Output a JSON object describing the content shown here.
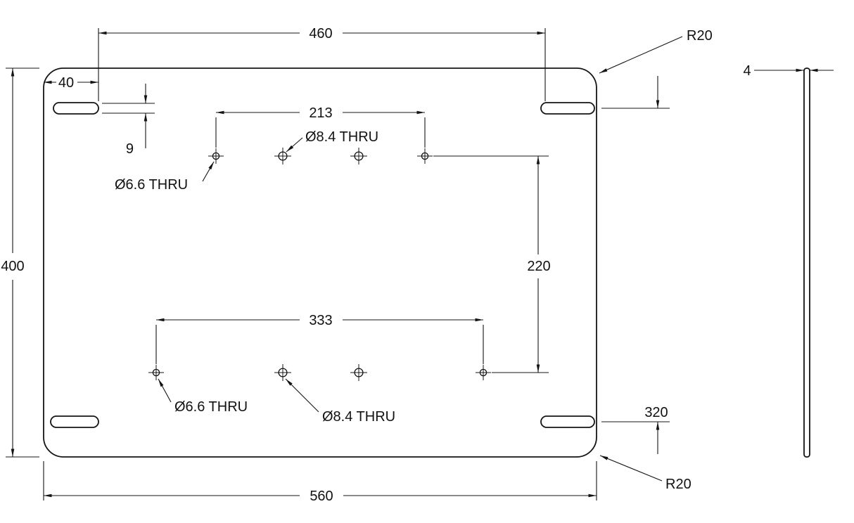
{
  "colors": {
    "line": "#141414",
    "background": "#ffffff"
  },
  "front_view": {
    "dims": {
      "top_slot_span": "460",
      "slot_offset": "40",
      "slot_width": "9",
      "top_hole_spacing": "213",
      "row_spacing": "220",
      "bottom_hole_spacing": "333",
      "slot_row_spacing": "320",
      "overall_width": "560",
      "overall_height": "400"
    },
    "labels": {
      "radius_top": "R20",
      "radius_bottom": "R20",
      "hole_small_top": "Ø6.6 THRU",
      "hole_large_top": "Ø8.4 THRU",
      "hole_small_bottom": "Ø6.6 THRU",
      "hole_large_bottom": "Ø8.4 THRU"
    }
  },
  "side_view": {
    "dims": {
      "thickness": "4"
    }
  }
}
